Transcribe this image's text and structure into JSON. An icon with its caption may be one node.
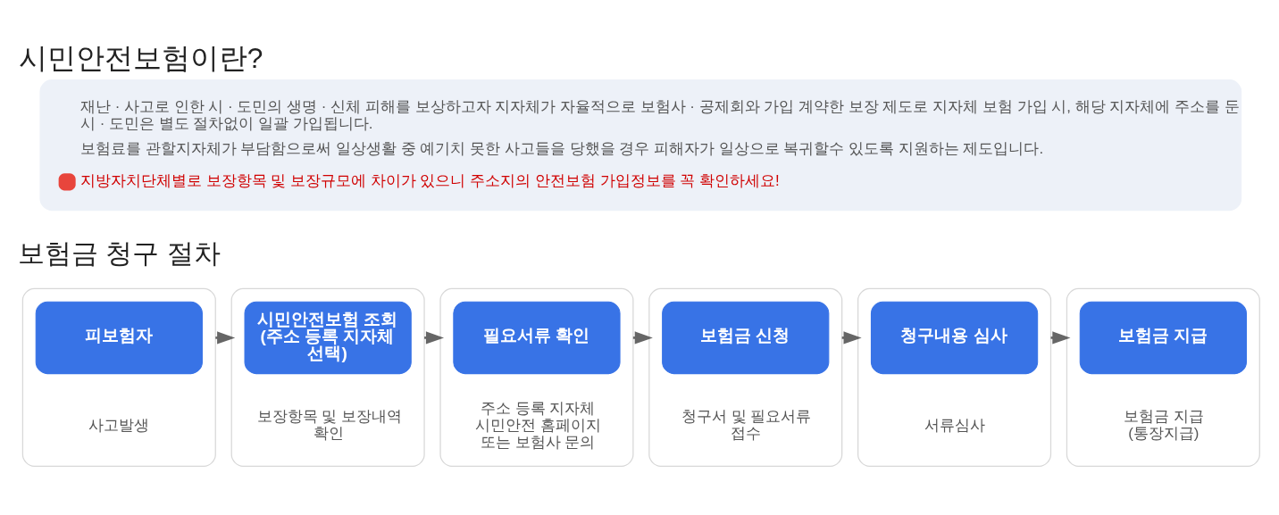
{
  "diagram": {
    "title": "시민안전보험이란?",
    "nodes": [
      {
        "text": [
          "재난 · 사고로 인한 시 · 도민의 생명 · 신체 피해를 보상하고자 지자체가 자율적으로 보험사 · 공제회와 가입 계약한 보장 제도로 지자체 보험 가입 시, 해당 지자체에 주소를 둔 시 · 도민은 별도 절차없이 일괄 가입됩니다.",
          "보험료를 관할지자체가 부담함으로써 일상생활 중 예기치 못한 사고들을 당했을 경우 피해자가 일상으로 복귀할수 있도록 지원하는 제도입니다.",
          "지방자치단체별로 보장항목 및 보장규모에 차이가 있으니 주소지의 안전보험 가입정보를 꼭 확인하세요!"
        ]
      },
      {
        "text": [
          "사고발생"
        ]
      },
      {
        "text": [
          "피보험자"
        ],
        "in": 1
      },
      {
        "text": [
          "보장항목 및 보장내역 확인"
        ]
      },
      {
        "text": [
          "시민안전보험 조회 (주소 등록 지자체 선택)"
        ],
        "in": 3
      },
      {
        "text": [
          "주소 등록 지자체 시민안전 홈페이지 또는 보험사 문의"
        ]
      },
      {
        "text": [
          "필요서류 확인"
        ],
        "in": 5
      },
      {
        "text": [
          "청구서 및 필요서류 접수"
        ]
      },
      {
        "text": [
          "보험금 신청"
        ],
        "in": 7
      },
      {
        "text": [
          "서류심사"
        ]
      },
      {
        "text": [
          "청구내용 심사"
        ],
        "in": 9
      },
      {
        "text": [
          "보험금 지급 (통장지급)"
        ]
      },
      {
        "text": [
          "보험금 지급"
        ],
        "in": 11
      }
    ],
    "edges": [
      {
        "from": 1,
        "to": 3,
        "arrow": "to"
      },
      {
        "from": 3,
        "to": 5,
        "arrow": "to"
      },
      {
        "from": 5,
        "to": 7,
        "arrow": "to"
      },
      {
        "from": 7,
        "to": 9,
        "arrow": "to"
      },
      {
        "from": 9,
        "to": 11,
        "arrow": "to"
      }
    ],
    "labels": [
      "보험금 청구 절차"
    ]
  }
}
